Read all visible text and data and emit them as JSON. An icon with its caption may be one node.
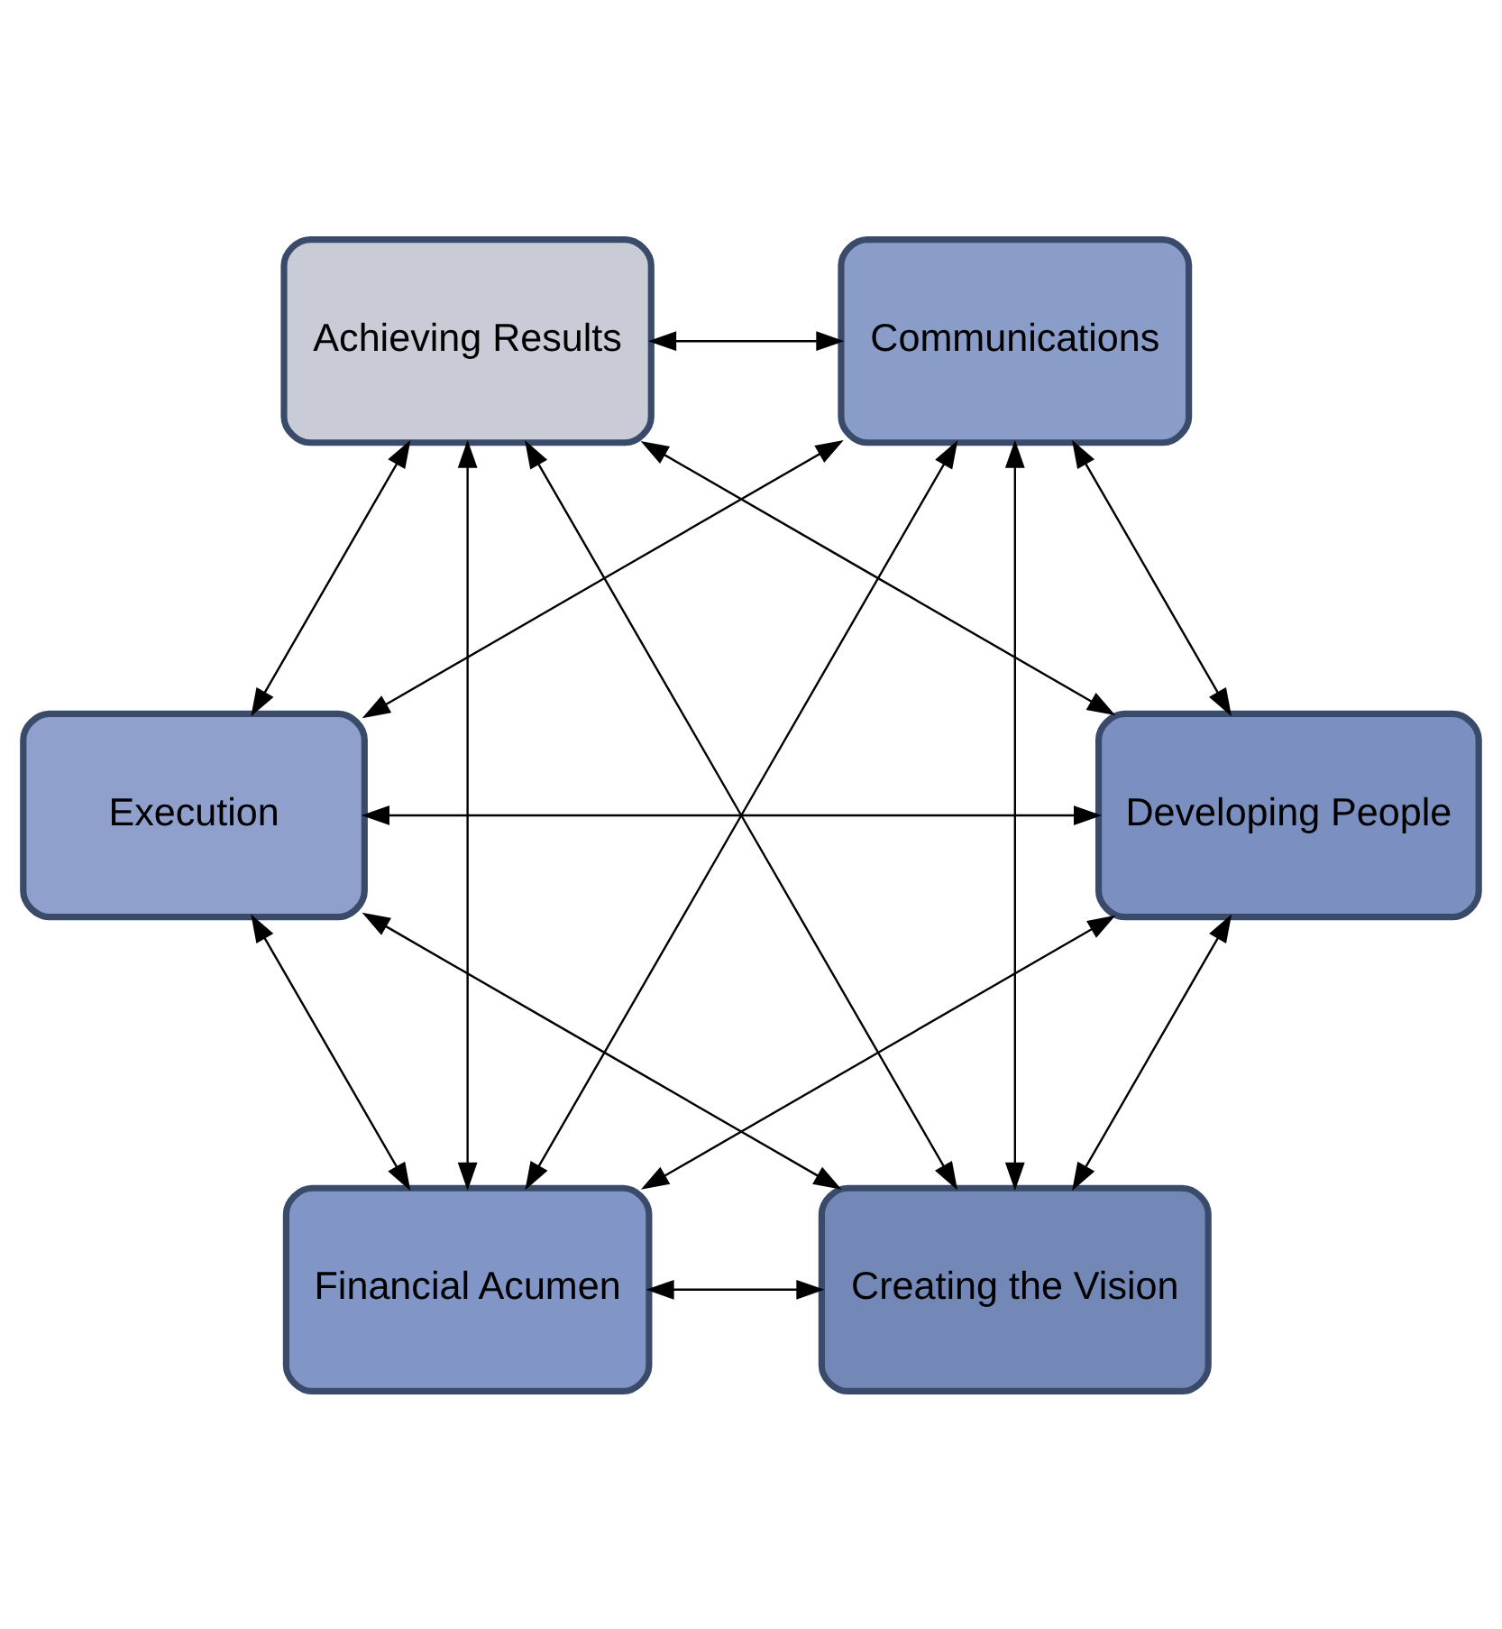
{
  "diagram": {
    "nodes": [
      {
        "text": [
          "Creating the Vision"
        ]
      },
      {
        "text": [
          "Financial Acumen"
        ]
      },
      {
        "text": [
          "Developing People"
        ]
      },
      {
        "text": [
          "Communications"
        ]
      },
      {
        "text": [
          "Execution"
        ]
      },
      {
        "text": [
          "Achieving Results"
        ]
      }
    ],
    "edges": [
      {
        "from": 0,
        "to": 1,
        "arrow": "both"
      },
      {
        "from": 0,
        "to": 2,
        "arrow": "both"
      },
      {
        "from": 0,
        "to": 3,
        "arrow": "both"
      },
      {
        "from": 0,
        "to": 4,
        "arrow": "both"
      },
      {
        "from": 0,
        "to": 5,
        "arrow": "both"
      },
      {
        "from": 1,
        "to": 2,
        "arrow": "both"
      },
      {
        "from": 1,
        "to": 3,
        "arrow": "both"
      },
      {
        "from": 1,
        "to": 4,
        "arrow": "both"
      },
      {
        "from": 1,
        "to": 5,
        "arrow": "both"
      },
      {
        "from": 2,
        "to": 3,
        "arrow": "both"
      },
      {
        "from": 2,
        "to": 4,
        "arrow": "both"
      },
      {
        "from": 2,
        "to": 5,
        "arrow": "both"
      },
      {
        "from": 3,
        "to": 4,
        "arrow": "both"
      },
      {
        "from": 3,
        "to": 5,
        "arrow": "both"
      },
      {
        "from": 4,
        "to": 5,
        "arrow": "both"
      }
    ]
  }
}
